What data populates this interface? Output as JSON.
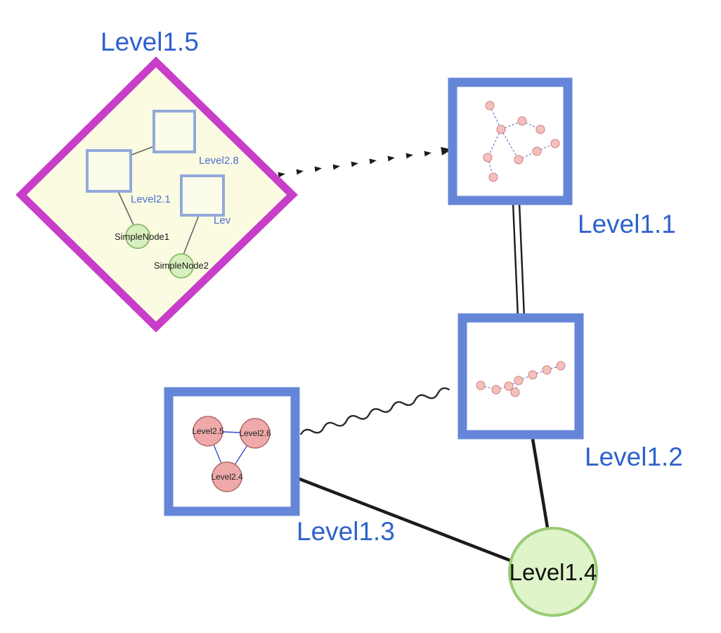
{
  "diagram": {
    "labels": {
      "level1_5": "Level1.5",
      "level1_1": "Level1.1",
      "level1_2": "Level1.2",
      "level1_3": "Level1.3",
      "level1_4": "Level1.4",
      "level2_8": "Level2.8",
      "level2_1": "Level2.1",
      "level2_trunc": "Lev",
      "simple_node_1": "SimpleNode1",
      "simple_node_2": "SimpleNode2",
      "level2_5": "Level2.5",
      "level2_6": "Level2.6",
      "level2_4": "Level2.4"
    },
    "nodes": [
      {
        "id": "Level1.5",
        "shape": "diamond",
        "border_color": "#c83ec8",
        "fill": "#fbfbe2",
        "children": [
          "Level2.8",
          "Level2.1",
          "Lev",
          "SimpleNode1",
          "SimpleNode2"
        ]
      },
      {
        "id": "Level1.1",
        "shape": "square",
        "border_color": "#6586d8",
        "content": "mini-graph-star"
      },
      {
        "id": "Level1.2",
        "shape": "square",
        "border_color": "#6586d8",
        "content": "mini-graph-chain"
      },
      {
        "id": "Level1.3",
        "shape": "square",
        "border_color": "#6586d8",
        "children": [
          "Level2.5",
          "Level2.6",
          "Level2.4"
        ]
      },
      {
        "id": "Level1.4",
        "shape": "circle",
        "border_color": "#9acb74",
        "fill": "#dff4c9"
      }
    ],
    "edges": [
      {
        "from": "Level1.5",
        "to": "Level1.1",
        "style": "dashed-arrow"
      },
      {
        "from": "Level1.1",
        "to": "Level1.2",
        "style": "double-line"
      },
      {
        "from": "Level1.3",
        "to": "Level1.2",
        "style": "wavy"
      },
      {
        "from": "Level1.3",
        "to": "Level1.4",
        "style": "solid"
      },
      {
        "from": "Level1.2",
        "to": "Level1.4",
        "style": "solid"
      }
    ],
    "inner_edges": [
      {
        "from": "Level2.8",
        "to": "Level2.1"
      },
      {
        "from": "Level2.1",
        "to": "SimpleNode1"
      },
      {
        "from": "Lev",
        "to": "SimpleNode2"
      },
      {
        "from": "Level2.5",
        "to": "Level2.6"
      },
      {
        "from": "Level2.5",
        "to": "Level2.4"
      },
      {
        "from": "Level2.6",
        "to": "Level2.4"
      }
    ],
    "colors": {
      "label_blue": "#2e62cc",
      "small_label_blue": "#4a6fd2",
      "diamond_border": "#c83ec8",
      "diamond_fill": "#fbfbe2",
      "node_border_blue": "#6586d8",
      "green_fill": "#dff4c9",
      "green_border": "#9acb74",
      "pink_fill": "#efa9a9",
      "pink_border": "#b06868",
      "edge_dark": "#1c1c1c",
      "mini_edge_blue": "#5060d5"
    }
  }
}
